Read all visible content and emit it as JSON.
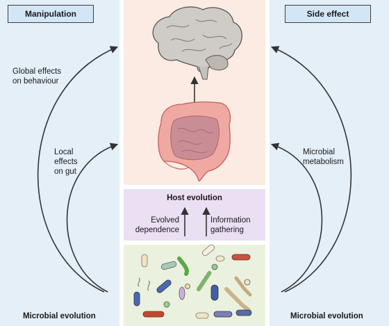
{
  "panels": {
    "left": {
      "title": "Manipulation",
      "global_label": [
        "Global effects",
        "on behaviour"
      ],
      "local_label": [
        "Local",
        "effects",
        "on gut"
      ],
      "footer": "Microbial evolution"
    },
    "right": {
      "title": "Side effect",
      "metabolism_label": [
        "Microbial",
        "metabolism"
      ],
      "footer": "Microbial evolution"
    }
  },
  "host_box": {
    "title": "Host evolution",
    "left_label": [
      "Evolved",
      "dependence"
    ],
    "right_label": [
      "Information",
      "gathering"
    ]
  },
  "colors": {
    "left_panel": "#e4eff8",
    "center_panel": "#fcebe3",
    "host_panel": "#eadff3",
    "microbe_panel": "#eaf1de",
    "header_fill": "#d3e6f6",
    "arrow": "#333333"
  }
}
